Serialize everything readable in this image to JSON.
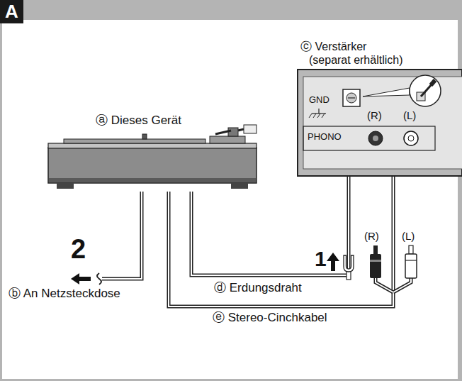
{
  "diagram": {
    "nodes": [
      {
        "text": [
          "ⓐ Dieses Gerät"
        ]
      },
      {
        "text": [
          "ⓒ Verstärker (separat erhältlich)",
          "GND",
          "(R)",
          "(L)",
          "PHONO"
        ]
      }
    ],
    "edges": [
      {
        "from": 0,
        "to": 1,
        "arrow": "none",
        "label": "ⓓ Erdungsdraht"
      },
      {
        "from": 0,
        "to": 1,
        "arrow": "none",
        "label": "ⓔ Stereo-Cinchkabel"
      }
    ],
    "labels": [
      "A",
      "1",
      "2",
      "ⓑ An Netzsteckdose",
      "(R)",
      "(L)"
    ]
  }
}
